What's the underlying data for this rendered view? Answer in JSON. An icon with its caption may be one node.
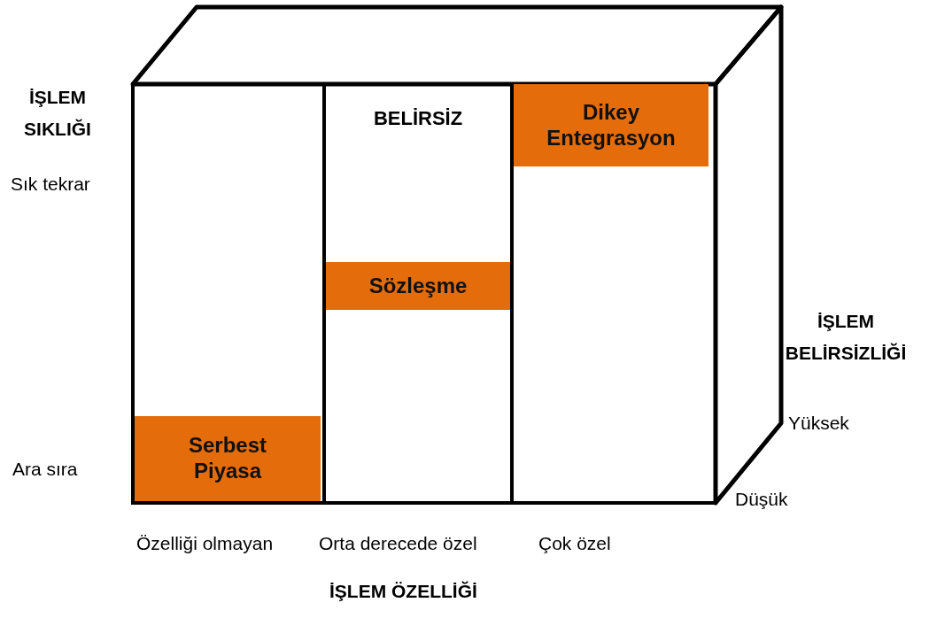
{
  "diagram": {
    "nodes": [
      {
        "text": [],
        "shape": "box"
      },
      {
        "text": [
          "Serbest Piyasa"
        ],
        "in": 0
      },
      {
        "text": [
          "BELİRSİZ"
        ]
      },
      {
        "text": [
          "Sözleşme"
        ],
        "in": 2
      },
      {
        "text": [],
        "shape": "box"
      },
      {
        "text": [
          "Dikey Entegrasyon"
        ],
        "in": 4
      }
    ],
    "edges": [],
    "labels": [
      "İŞLEM SIKLIĞI",
      "Sık tekrar",
      "İŞLEM BELİRSİZLİĞİ",
      "Yüksek",
      "Ara sıra",
      "Düşük",
      "Özelliği olmayan",
      "Orta derecede özel",
      "Çok özel",
      "İŞLEM ÖZELLİĞİ"
    ]
  }
}
